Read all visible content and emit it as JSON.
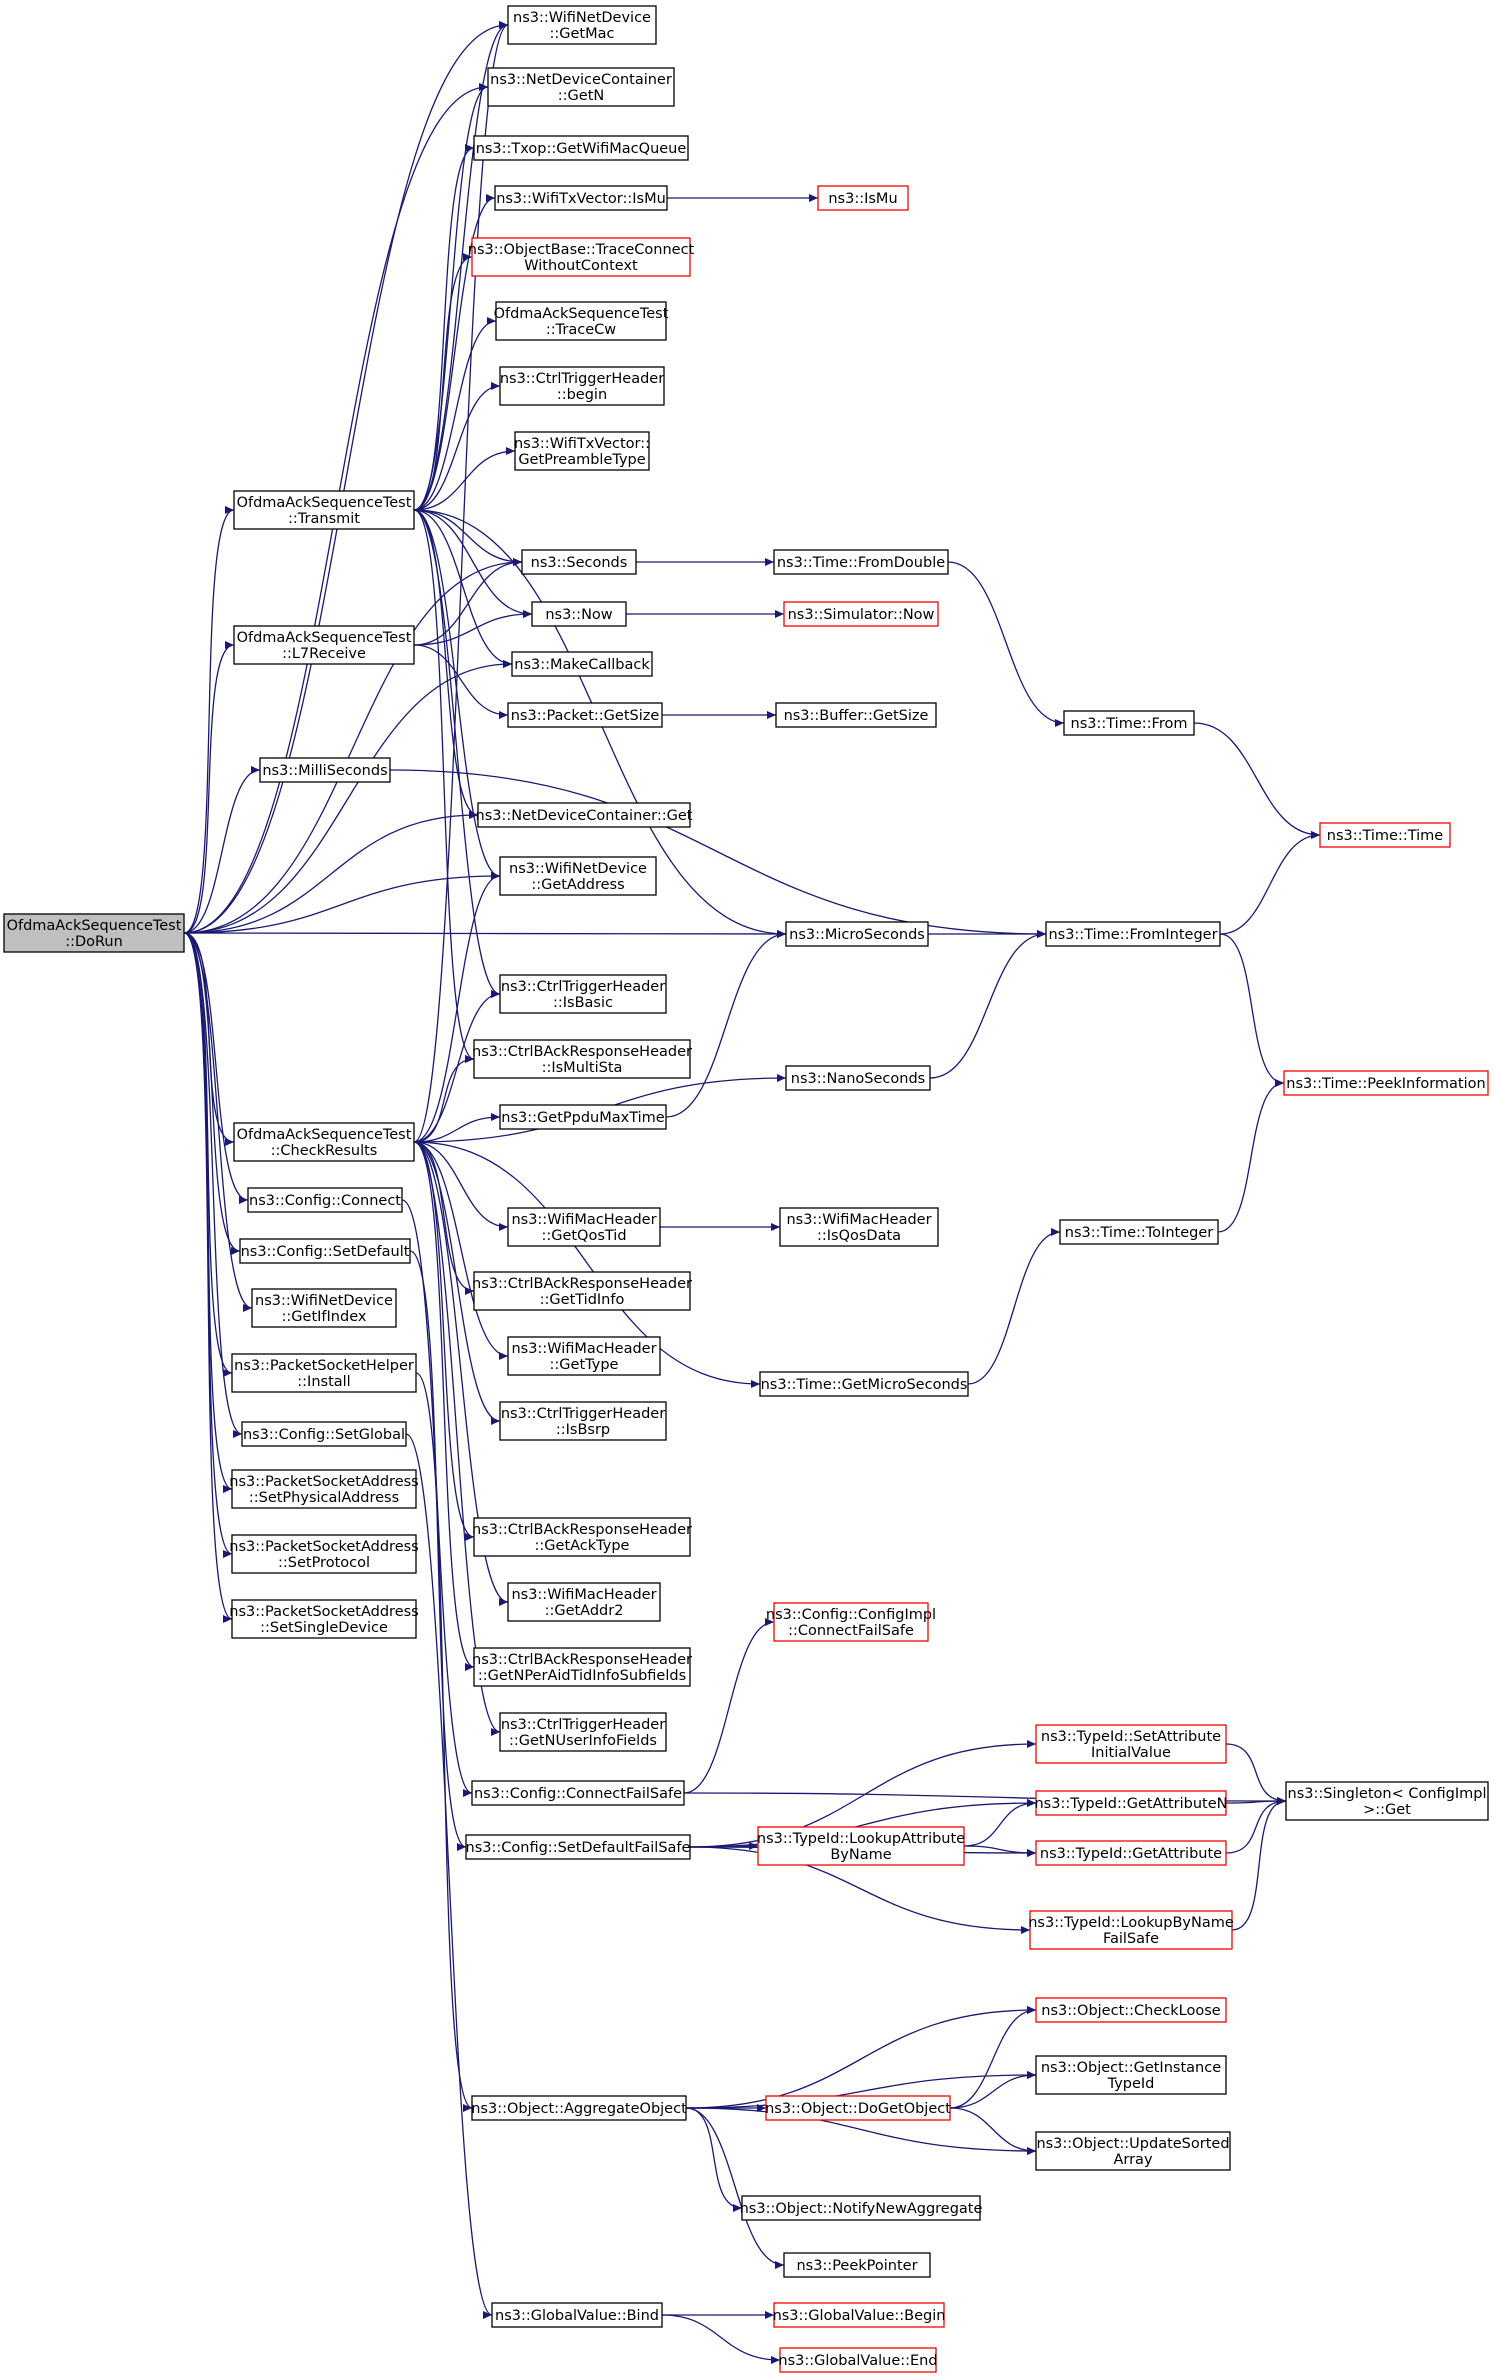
{
  "colors": {
    "edge": "#191970",
    "box_border": "#000000",
    "box_border_truncated": "#ff0000",
    "root_fill": "#bfbfbf",
    "background": "#ffffff"
  },
  "nodes": [
    {
      "id": "root",
      "lines": [
        "OfdmaAckSequenceTest",
        "::DoRun"
      ],
      "style": "root"
    },
    {
      "id": "getmac",
      "lines": [
        "ns3::WifiNetDevice",
        "::GetMac"
      ]
    },
    {
      "id": "ndc_getn",
      "lines": [
        "ns3::NetDeviceContainer",
        "::GetN"
      ]
    },
    {
      "id": "txop",
      "lines": [
        "ns3::Txop::GetWifiMacQueue"
      ]
    },
    {
      "id": "txv_ismu",
      "lines": [
        "ns3::WifiTxVector::IsMu"
      ]
    },
    {
      "id": "ismu",
      "lines": [
        "ns3::IsMu"
      ],
      "style": "red"
    },
    {
      "id": "traceconnect",
      "lines": [
        "ns3::ObjectBase::TraceConnect",
        "WithoutContext"
      ],
      "style": "red"
    },
    {
      "id": "tracecw",
      "lines": [
        "OfdmaAckSequenceTest",
        "::TraceCw"
      ]
    },
    {
      "id": "ctrl_begin",
      "lines": [
        "ns3::CtrlTriggerHeader",
        "::begin"
      ]
    },
    {
      "id": "preamble",
      "lines": [
        "ns3::WifiTxVector::",
        "GetPreambleType"
      ]
    },
    {
      "id": "transmit",
      "lines": [
        "OfdmaAckSequenceTest",
        "::Transmit"
      ]
    },
    {
      "id": "seconds",
      "lines": [
        "ns3::Seconds"
      ]
    },
    {
      "id": "fromdouble",
      "lines": [
        "ns3::Time::FromDouble"
      ]
    },
    {
      "id": "now",
      "lines": [
        "ns3::Now"
      ]
    },
    {
      "id": "simnow",
      "lines": [
        "ns3::Simulator::Now"
      ],
      "style": "red"
    },
    {
      "id": "l7receive",
      "lines": [
        "OfdmaAckSequenceTest",
        "::L7Receive"
      ]
    },
    {
      "id": "makecallback",
      "lines": [
        "ns3::MakeCallback"
      ]
    },
    {
      "id": "pkt_getsize",
      "lines": [
        "ns3::Packet::GetSize"
      ]
    },
    {
      "id": "buf_getsize",
      "lines": [
        "ns3::Buffer::GetSize"
      ]
    },
    {
      "id": "time_from",
      "lines": [
        "ns3::Time::From"
      ]
    },
    {
      "id": "milliseconds",
      "lines": [
        "ns3::MilliSeconds"
      ]
    },
    {
      "id": "ndc_get",
      "lines": [
        "ns3::NetDeviceContainer::Get"
      ]
    },
    {
      "id": "time_time",
      "lines": [
        "ns3::Time::Time"
      ],
      "style": "red"
    },
    {
      "id": "getaddress",
      "lines": [
        "ns3::WifiNetDevice",
        "::GetAddress"
      ]
    },
    {
      "id": "microseconds",
      "lines": [
        "ns3::MicroSeconds"
      ]
    },
    {
      "id": "frominteger",
      "lines": [
        "ns3::Time::FromInteger"
      ]
    },
    {
      "id": "isbasic",
      "lines": [
        "ns3::CtrlTriggerHeader",
        "::IsBasic"
      ]
    },
    {
      "id": "ismultista",
      "lines": [
        "ns3::CtrlBAckResponseHeader",
        "::IsMultiSta"
      ]
    },
    {
      "id": "nanoseconds",
      "lines": [
        "ns3::NanoSeconds"
      ]
    },
    {
      "id": "peekinfo",
      "lines": [
        "ns3::Time::PeekInformation"
      ],
      "style": "red"
    },
    {
      "id": "checkresults",
      "lines": [
        "OfdmaAckSequenceTest",
        "::CheckResults"
      ]
    },
    {
      "id": "ppdumax",
      "lines": [
        "ns3::GetPpduMaxTime"
      ]
    },
    {
      "id": "config_connect",
      "lines": [
        "ns3::Config::Connect"
      ]
    },
    {
      "id": "getqostid",
      "lines": [
        "ns3::WifiMacHeader",
        "::GetQosTid"
      ]
    },
    {
      "id": "isqosdata",
      "lines": [
        "ns3::WifiMacHeader",
        "::IsQosData"
      ]
    },
    {
      "id": "config_setdefault",
      "lines": [
        "ns3::Config::SetDefault"
      ]
    },
    {
      "id": "tointeger",
      "lines": [
        "ns3::Time::ToInteger"
      ]
    },
    {
      "id": "gettidinfo",
      "lines": [
        "ns3::CtrlBAckResponseHeader",
        "::GetTidInfo"
      ]
    },
    {
      "id": "getifindex",
      "lines": [
        "ns3::WifiNetDevice",
        "::GetIfIndex"
      ]
    },
    {
      "id": "gettype",
      "lines": [
        "ns3::WifiMacHeader",
        "::GetType"
      ]
    },
    {
      "id": "pshelper_install",
      "lines": [
        "ns3::PacketSocketHelper",
        "::Install"
      ]
    },
    {
      "id": "getmicroseconds",
      "lines": [
        "ns3::Time::GetMicroSeconds"
      ]
    },
    {
      "id": "isbsrp",
      "lines": [
        "ns3::CtrlTriggerHeader",
        "::IsBsrp"
      ]
    },
    {
      "id": "config_setglobal",
      "lines": [
        "ns3::Config::SetGlobal"
      ]
    },
    {
      "id": "setphysaddr",
      "lines": [
        "ns3::PacketSocketAddress",
        "::SetPhysicalAddress"
      ]
    },
    {
      "id": "getacktype",
      "lines": [
        "ns3::CtrlBAckResponseHeader",
        "::GetAckType"
      ]
    },
    {
      "id": "setprotocol",
      "lines": [
        "ns3::PacketSocketAddress",
        "::SetProtocol"
      ]
    },
    {
      "id": "getaddr2",
      "lines": [
        "ns3::WifiMacHeader",
        "::GetAddr2"
      ]
    },
    {
      "id": "setsingle",
      "lines": [
        "ns3::PacketSocketAddress",
        "::SetSingleDevice"
      ]
    },
    {
      "id": "connectfailsafe_impl",
      "lines": [
        "ns3::Config::ConfigImpl",
        "::ConnectFailSafe"
      ],
      "style": "red"
    },
    {
      "id": "getnperaid",
      "lines": [
        "ns3::CtrlBAckResponseHeader",
        "::GetNPerAidTidInfoSubfields"
      ]
    },
    {
      "id": "getnuserinfo",
      "lines": [
        "ns3::CtrlTriggerHeader",
        "::GetNUserInfoFields"
      ]
    },
    {
      "id": "setattrinit",
      "lines": [
        "ns3::TypeId::SetAttribute",
        "InitialValue"
      ],
      "style": "red"
    },
    {
      "id": "config_connectfailsafe",
      "lines": [
        "ns3::Config::ConnectFailSafe"
      ]
    },
    {
      "id": "getattributen",
      "lines": [
        "ns3::TypeId::GetAttributeN"
      ],
      "style": "red"
    },
    {
      "id": "singleton",
      "lines": [
        "ns3::Singleton< ConfigImpl",
        ">::Get"
      ]
    },
    {
      "id": "lookupattr",
      "lines": [
        "ns3::TypeId::LookupAttribute",
        "ByName"
      ],
      "style": "red"
    },
    {
      "id": "config_setdefaultfailsafe",
      "lines": [
        "ns3::Config::SetDefaultFailSafe"
      ]
    },
    {
      "id": "getattribute",
      "lines": [
        "ns3::TypeId::GetAttribute"
      ],
      "style": "red"
    },
    {
      "id": "lookupbyname",
      "lines": [
        "ns3::TypeId::LookupByName",
        "FailSafe"
      ],
      "style": "red"
    },
    {
      "id": "checkloose",
      "lines": [
        "ns3::Object::CheckLoose"
      ],
      "style": "red"
    },
    {
      "id": "getinstancetypeid",
      "lines": [
        "ns3::Object::GetInstance",
        "TypeId"
      ]
    },
    {
      "id": "aggregate",
      "lines": [
        "ns3::Object::AggregateObject"
      ]
    },
    {
      "id": "dogetobject",
      "lines": [
        "ns3::Object::DoGetObject"
      ],
      "style": "red"
    },
    {
      "id": "updatesorted",
      "lines": [
        "ns3::Object::UpdateSorted",
        "Array"
      ]
    },
    {
      "id": "notifynew",
      "lines": [
        "ns3::Object::NotifyNewAggregate"
      ]
    },
    {
      "id": "peekpointer",
      "lines": [
        "ns3::PeekPointer"
      ]
    },
    {
      "id": "gv_bind",
      "lines": [
        "ns3::GlobalValue::Bind"
      ]
    },
    {
      "id": "gv_begin",
      "lines": [
        "ns3::GlobalValue::Begin"
      ],
      "style": "red"
    },
    {
      "id": "gv_end",
      "lines": [
        "ns3::GlobalValue::End"
      ],
      "style": "red"
    }
  ],
  "edges": [
    [
      "root",
      "getmac"
    ],
    [
      "root",
      "ndc_getn"
    ],
    [
      "root",
      "transmit"
    ],
    [
      "root",
      "seconds"
    ],
    [
      "root",
      "l7receive"
    ],
    [
      "root",
      "makecallback"
    ],
    [
      "root",
      "milliseconds"
    ],
    [
      "root",
      "ndc_get"
    ],
    [
      "root",
      "getaddress"
    ],
    [
      "root",
      "microseconds"
    ],
    [
      "root",
      "checkresults"
    ],
    [
      "root",
      "config_connect"
    ],
    [
      "root",
      "config_setdefault"
    ],
    [
      "root",
      "getifindex"
    ],
    [
      "root",
      "pshelper_install"
    ],
    [
      "root",
      "config_setglobal"
    ],
    [
      "root",
      "setphysaddr"
    ],
    [
      "root",
      "setprotocol"
    ],
    [
      "root",
      "setsingle"
    ],
    [
      "transmit",
      "getmac"
    ],
    [
      "transmit",
      "ndc_getn"
    ],
    [
      "transmit",
      "txop"
    ],
    [
      "transmit",
      "txv_ismu"
    ],
    [
      "transmit",
      "traceconnect"
    ],
    [
      "transmit",
      "tracecw"
    ],
    [
      "transmit",
      "ctrl_begin"
    ],
    [
      "transmit",
      "preamble"
    ],
    [
      "transmit",
      "seconds"
    ],
    [
      "transmit",
      "now"
    ],
    [
      "transmit",
      "makecallback"
    ],
    [
      "transmit",
      "ndc_get"
    ],
    [
      "transmit",
      "getaddress"
    ],
    [
      "transmit",
      "microseconds"
    ],
    [
      "transmit",
      "isbasic"
    ],
    [
      "transmit",
      "ismultista"
    ],
    [
      "txv_ismu",
      "ismu"
    ],
    [
      "seconds",
      "fromdouble"
    ],
    [
      "fromdouble",
      "time_from"
    ],
    [
      "now",
      "simnow"
    ],
    [
      "l7receive",
      "seconds"
    ],
    [
      "l7receive",
      "now"
    ],
    [
      "l7receive",
      "pkt_getsize"
    ],
    [
      "pkt_getsize",
      "buf_getsize"
    ],
    [
      "time_from",
      "time_time"
    ],
    [
      "milliseconds",
      "frominteger"
    ],
    [
      "microseconds",
      "frominteger"
    ],
    [
      "frominteger",
      "time_time"
    ],
    [
      "frominteger",
      "peekinfo"
    ],
    [
      "nanoseconds",
      "frominteger"
    ],
    [
      "tointeger",
      "peekinfo"
    ],
    [
      "getmicroseconds",
      "tointeger"
    ],
    [
      "checkresults",
      "getmac"
    ],
    [
      "checkresults",
      "getaddress"
    ],
    [
      "checkresults",
      "isbasic"
    ],
    [
      "checkresults",
      "ismultista"
    ],
    [
      "checkresults",
      "ppdumax"
    ],
    [
      "checkresults",
      "nanoseconds"
    ],
    [
      "checkresults",
      "getqostid"
    ],
    [
      "checkresults",
      "gettidinfo"
    ],
    [
      "checkresults",
      "gettype"
    ],
    [
      "checkresults",
      "isbsrp"
    ],
    [
      "checkresults",
      "getmicroseconds"
    ],
    [
      "checkresults",
      "getacktype"
    ],
    [
      "checkresults",
      "getaddr2"
    ],
    [
      "checkresults",
      "getnperaid"
    ],
    [
      "checkresults",
      "getnuserinfo"
    ],
    [
      "ppdumax",
      "microseconds"
    ],
    [
      "getqostid",
      "isqosdata"
    ],
    [
      "config_connect",
      "config_connectfailsafe"
    ],
    [
      "config_setdefault",
      "config_setdefaultfailsafe"
    ],
    [
      "pshelper_install",
      "aggregate"
    ],
    [
      "config_setglobal",
      "gv_bind"
    ],
    [
      "config_connectfailsafe",
      "connectfailsafe_impl"
    ],
    [
      "config_connectfailsafe",
      "singleton"
    ],
    [
      "config_setdefaultfailsafe",
      "setattrinit"
    ],
    [
      "config_setdefaultfailsafe",
      "getattributen"
    ],
    [
      "config_setdefaultfailsafe",
      "lookupattr"
    ],
    [
      "config_setdefaultfailsafe",
      "getattribute"
    ],
    [
      "config_setdefaultfailsafe",
      "lookupbyname"
    ],
    [
      "setattrinit",
      "singleton"
    ],
    [
      "getattributen",
      "singleton"
    ],
    [
      "getattribute",
      "singleton"
    ],
    [
      "lookupbyname",
      "singleton"
    ],
    [
      "lookupattr",
      "getattributen"
    ],
    [
      "lookupattr",
      "getattribute"
    ],
    [
      "aggregate",
      "checkloose"
    ],
    [
      "aggregate",
      "getinstancetypeid"
    ],
    [
      "aggregate",
      "dogetobject"
    ],
    [
      "aggregate",
      "updatesorted"
    ],
    [
      "aggregate",
      "notifynew"
    ],
    [
      "aggregate",
      "peekpointer"
    ],
    [
      "dogetobject",
      "checkloose"
    ],
    [
      "dogetobject",
      "getinstancetypeid"
    ],
    [
      "dogetobject",
      "updatesorted"
    ],
    [
      "gv_bind",
      "gv_begin"
    ],
    [
      "gv_bind",
      "gv_end"
    ]
  ]
}
